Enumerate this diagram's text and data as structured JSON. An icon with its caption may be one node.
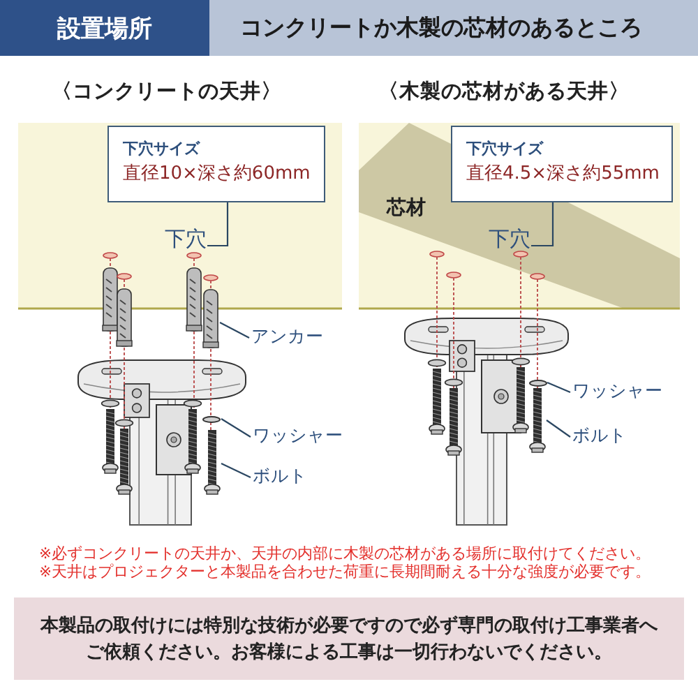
{
  "diagram": {
    "nodes": [
      {
        "text": [
          "設置場所"
        ]
      },
      {
        "text": [
          "コンクリートか木製の芯材のあるところ"
        ]
      },
      {
        "text": [
          "下穴サイズ",
          "直径10×深さ約60mm"
        ]
      },
      {
        "text": [
          "下穴"
        ]
      },
      {
        "text": [],
        "shape": "picture"
      },
      {
        "text": [
          "アンカー"
        ]
      },
      {
        "text": [],
        "shape": "circle"
      },
      {
        "text": [
          "ワッシャー"
        ]
      },
      {
        "text": [],
        "shape": "picture"
      },
      {
        "text": [
          "ボルト"
        ]
      },
      {
        "text": [
          "下穴サイズ",
          "直径4.5×深さ約55mm"
        ]
      },
      {
        "text": [
          "下穴"
        ]
      },
      {
        "text": [],
        "shape": "circle"
      },
      {
        "text": [
          "ワッシャー"
        ]
      },
      {
        "text": [],
        "shape": "picture"
      },
      {
        "text": [
          "ボルト"
        ]
      },
      {
        "text": [
          "本製品の取付けには特別な技術が必要ですので必ず専門の取付け工事業者へご依頼ください。お客様による工事は一切行わないでください。"
        ]
      }
    ],
    "edges": [
      {
        "from": 2,
        "to": 3,
        "arrow": "none"
      },
      {
        "from": 5,
        "to": 4,
        "arrow": "none"
      },
      {
        "from": 7,
        "to": 6,
        "arrow": "none"
      },
      {
        "from": 9,
        "to": 8,
        "arrow": "none"
      },
      {
        "from": 10,
        "to": 11,
        "arrow": "none"
      },
      {
        "from": 13,
        "to": 12,
        "arrow": "none"
      },
      {
        "from": 15,
        "to": 14,
        "arrow": "none"
      }
    ],
    "labels": [
      "〈コンクリートの天井〉",
      "〈木製の芯材がある天井〉",
      "芯材",
      "※必ずコンクリートの天井か、天井の内部に木製の芯材がある場所に取付けてください。",
      "※天井はプロジェクターと本製品を合わせた荷重に長期間耐える十分な強度が必要です。"
    ]
  }
}
